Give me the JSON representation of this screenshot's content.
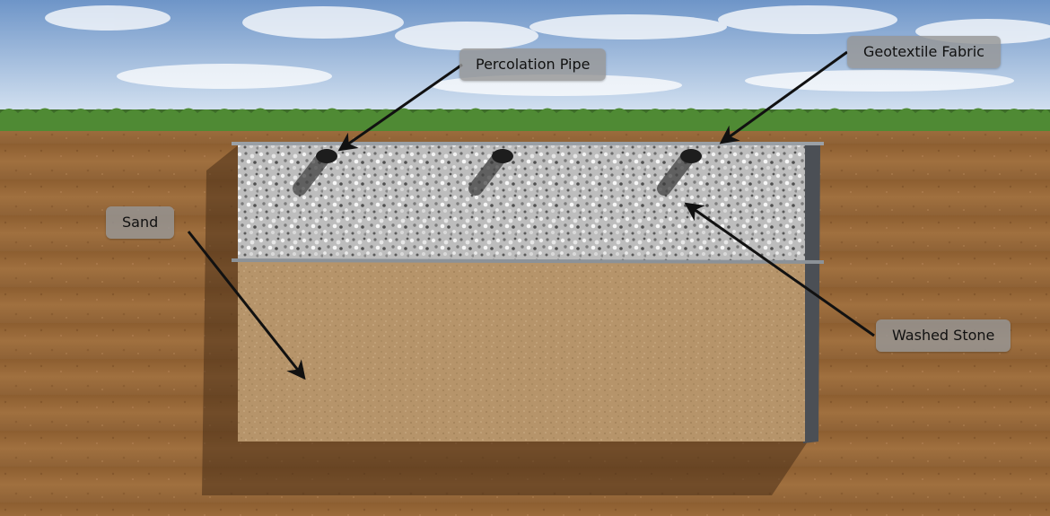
{
  "labels": {
    "percolation_pipe": "Percolation Pipe",
    "geotextile_fabric": "Geotextile Fabric",
    "sand": "Sand",
    "washed_stone": "Washed Stone"
  },
  "colors": {
    "sky_top": "#6e95c8",
    "sky_bottom": "#d7e4f2",
    "grass": "#3d6b2a",
    "soil": "#9a6a3a",
    "sand": "#b8976a",
    "stone": "#c9c9c9",
    "fabric": "#9aa0a6",
    "label_bg": "#969696"
  }
}
